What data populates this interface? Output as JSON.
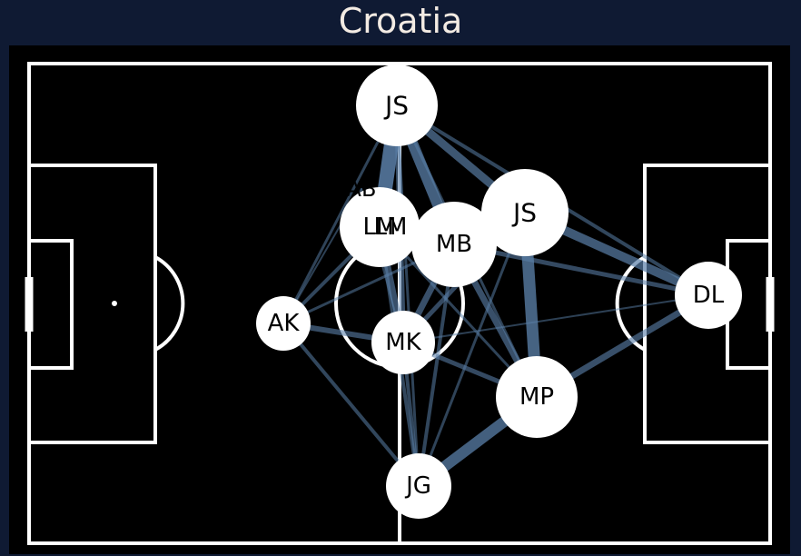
{
  "title": "Croatia",
  "colors": {
    "background": "#0f1a33",
    "pitch": "#000000",
    "lines": "#ffffff",
    "edge": "#5a7fa8",
    "node": "#ffffff",
    "label": "#000000",
    "title": "#f3ebe3"
  },
  "players": [
    {
      "id": "JS_top",
      "label": "JS"
    },
    {
      "id": "AB",
      "label": "AB"
    },
    {
      "id": "LM",
      "label": "LM"
    },
    {
      "id": "LM2",
      "label": "LM"
    },
    {
      "id": "MB",
      "label": "MB"
    },
    {
      "id": "JS_right",
      "label": "JS"
    },
    {
      "id": "AK",
      "label": "AK"
    },
    {
      "id": "MK",
      "label": "MK"
    },
    {
      "id": "DL",
      "label": "DL"
    },
    {
      "id": "MP",
      "label": "MP"
    },
    {
      "id": "JG",
      "label": "JG"
    }
  ]
}
